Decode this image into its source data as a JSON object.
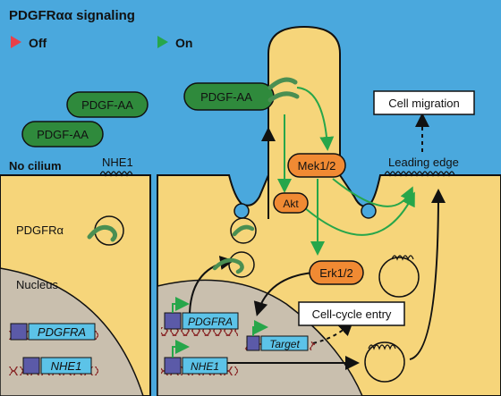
{
  "title": "PDGFRαα signaling",
  "legend": {
    "off": "Off",
    "on": "On"
  },
  "colors": {
    "background": "#4aa8dd",
    "cell": "#f6d57a",
    "nucleus": "#c9bfae",
    "ligand": "#2f8a3c",
    "off_arrow": "#e8404a",
    "on_arrow": "#27a64a",
    "kinase": "#f08a33"
  },
  "labels": {
    "pdgf_aa": "PDGF-AA",
    "no_cilium": "No cilium",
    "nhe1_membrane": "NHE1",
    "pdgfr_alpha": "PDGFRα",
    "nucleus": "Nucleus",
    "gene_pdgfra": "PDGFRA",
    "gene_nhe1": "NHE1",
    "gene_target": "Target",
    "cell_migration": "Cell migration",
    "leading_edge": "Leading edge",
    "mek": "Mek1/2",
    "akt": "Akt",
    "erk": "Erk1/2",
    "cell_cycle_entry": "Cell-cycle entry"
  }
}
